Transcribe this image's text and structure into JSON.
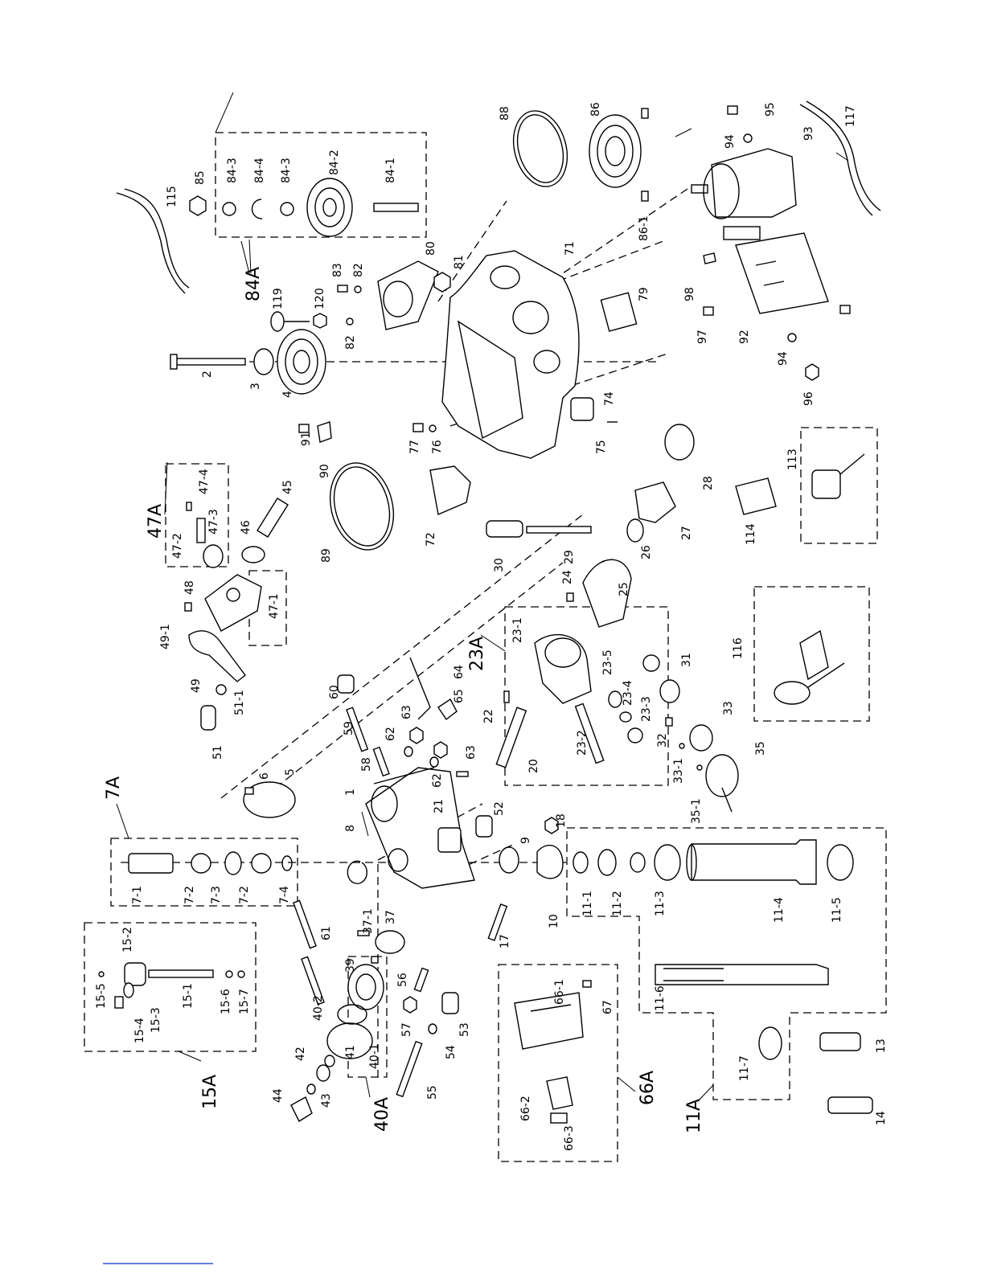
{
  "labels": {
    "p1": "1",
    "p2": "2",
    "p3": "3",
    "p4": "4",
    "p5": "5",
    "p6": "6",
    "p8": "8",
    "p9": "9",
    "p10": "10",
    "p11_1": "11-1",
    "p11_2": "11-2",
    "p11_3": "11-3",
    "p11_4": "11-4",
    "p11_5": "11-5",
    "p11_6": "11-6",
    "p11_7": "11-7",
    "p13": "13",
    "p14": "14",
    "p15_1": "15-1",
    "p15_2": "15-2",
    "p15_3": "15-3",
    "p15_4": "15-4",
    "p15_5": "15-5",
    "p15_6": "15-6",
    "p15_7": "15-7",
    "p17": "17",
    "p18": "18",
    "p20": "20",
    "p21": "21",
    "p22": "22",
    "p23_1": "23-1",
    "p23_2": "23-2",
    "p23_3": "23-3",
    "p23_4": "23-4",
    "p23_5": "23-5",
    "p24": "24",
    "p25": "25",
    "p26": "26",
    "p27": "27",
    "p28": "28",
    "p29": "29",
    "p30": "30",
    "p31": "31",
    "p32": "32",
    "p33": "33",
    "p33_1": "33-1",
    "p35": "35",
    "p35_1": "35-1",
    "p37": "37",
    "p37_1": "37-1",
    "p39": "39",
    "p40_1": "40-1",
    "p40_2": "40-2",
    "p41": "41",
    "p42": "42",
    "p43": "43",
    "p44": "44",
    "p45": "45",
    "p46": "46",
    "p47_1": "47-1",
    "p47_2": "47-2",
    "p47_3": "47-3",
    "p47_4": "47-4",
    "p48": "48",
    "p49": "49",
    "p49_1": "49-1",
    "p51": "51",
    "p51_1": "51-1",
    "p52": "52",
    "p53": "53",
    "p54": "54",
    "p55": "55",
    "p56": "56",
    "p57": "57",
    "p58": "58",
    "p59": "59",
    "p60": "60",
    "p61": "61",
    "p62a": "62",
    "p62b": "62",
    "p63a": "63",
    "p63b": "63",
    "p64": "64",
    "p65": "65",
    "p66_1": "66-1",
    "p66_2": "66-2",
    "p66_3": "66-3",
    "p67": "67",
    "p7_1": "7-1",
    "p7_2a": "7-2",
    "p7_3": "7-3",
    "p7_2b": "7-2",
    "p7_4": "7-4",
    "p71": "71",
    "p72": "72",
    "p74": "74",
    "p75": "75",
    "p76": "76",
    "p77": "77",
    "p79": "79",
    "p80": "80",
    "p81": "81",
    "p82a": "82",
    "p82b": "82",
    "p83": "83",
    "p84_1": "84-1",
    "p84_2": "84-2",
    "p84_3a": "84-3",
    "p84_3b": "84-3",
    "p84_4": "84-4",
    "p85": "85",
    "p86": "86",
    "p86_1": "86-1",
    "p88": "88",
    "p89": "89",
    "p90": "90",
    "p91": "91",
    "p92": "92",
    "p93": "93",
    "p94a": "94",
    "p94b": "94",
    "p95": "95",
    "p96": "96",
    "p97": "97",
    "p98": "98",
    "p113": "113",
    "p114": "114",
    "p115": "115",
    "p116": "116",
    "p117": "117",
    "p119": "119",
    "p120": "120"
  },
  "groups": {
    "g7A": "7A",
    "g11A": "11A",
    "g15A": "15A",
    "g23A": "23A",
    "g40A": "40A",
    "g47A": "47A",
    "g66A": "66A",
    "g84A": "84A"
  }
}
